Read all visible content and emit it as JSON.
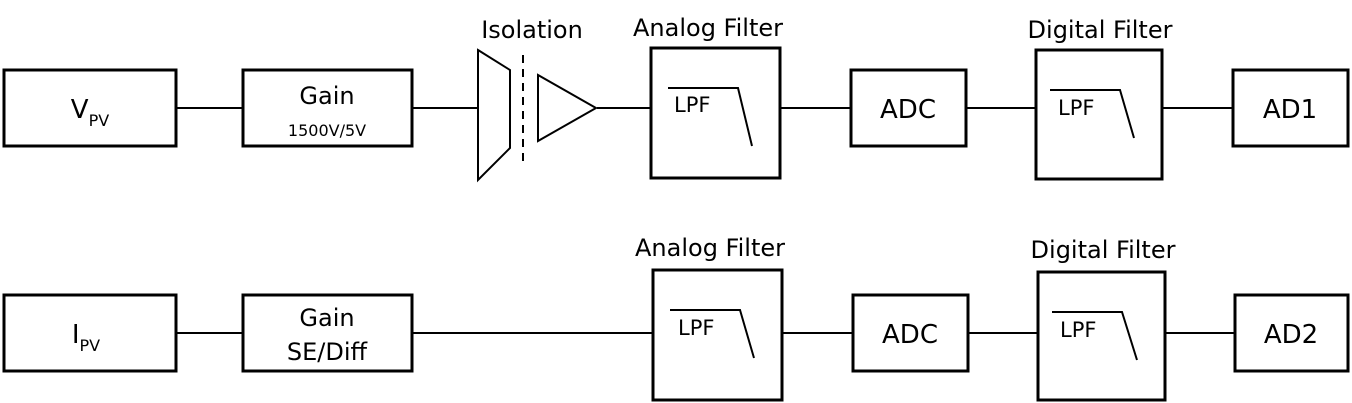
{
  "row1": {
    "vpv": {
      "main": "V",
      "sub": "PV"
    },
    "gain": {
      "title": "Gain",
      "detail": "1500V/5V"
    },
    "isolation_label": "Isolation",
    "analog_filter": {
      "header": "Analog Filter",
      "inner": "LPF"
    },
    "adc": "ADC",
    "digital_filter": {
      "header": "Digital Filter",
      "inner": "LPF"
    },
    "output": "AD1"
  },
  "row2": {
    "ipv": {
      "main": "I",
      "sub": "PV"
    },
    "gain": {
      "title": "Gain",
      "detail": "SE/Diff"
    },
    "analog_filter": {
      "header": "Analog Filter",
      "inner": "LPF"
    },
    "adc": "ADC",
    "digital_filter": {
      "header": "Digital Filter",
      "inner": "LPF"
    },
    "output": "AD2"
  },
  "colors": {
    "stroke": "#000000",
    "background": "#ffffff"
  }
}
